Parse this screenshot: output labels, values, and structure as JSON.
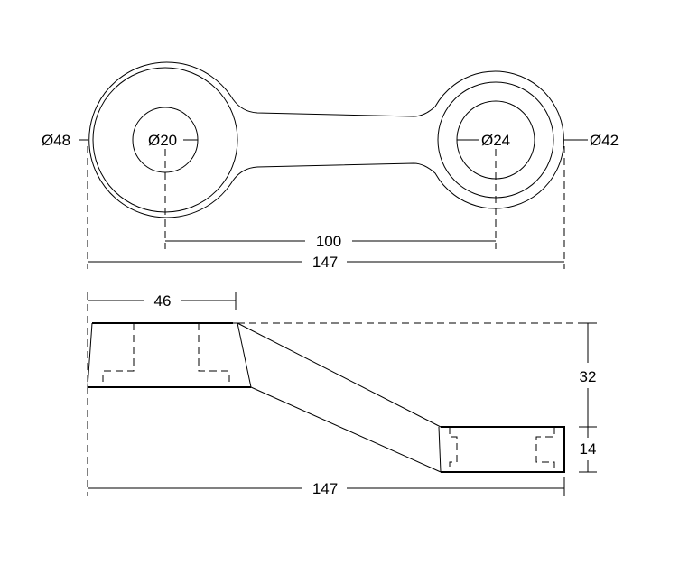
{
  "top_view": {
    "left_outer_diameter": "Ø48",
    "left_hole_diameter": "Ø20",
    "right_hole_diameter": "Ø24",
    "right_outer_diameter": "Ø42",
    "center_distance": "100",
    "overall_length": "147"
  },
  "side_view": {
    "left_block_width": "46",
    "rise_height": "32",
    "right_block_height": "14",
    "overall_length": "147"
  },
  "colors": {
    "line": "#000000",
    "background": "#ffffff"
  }
}
